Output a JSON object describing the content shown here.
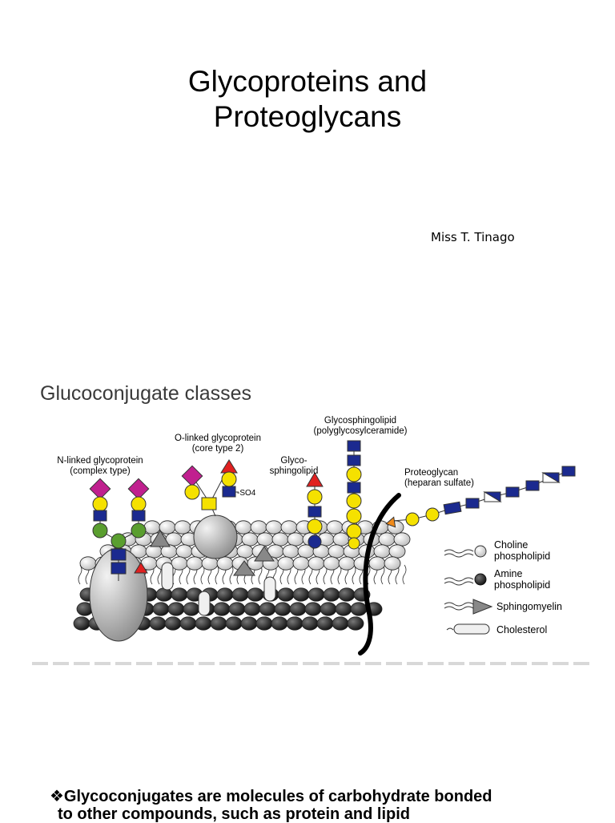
{
  "slide": {
    "title_line1": "Glycoproteins and",
    "title_line2": "Proteoglycans",
    "author": "Miss T. Tinago",
    "section_heading": "Glucoconjugate classes"
  },
  "diagram": {
    "labels": {
      "n_linked_1": "N-linked glycoprotein",
      "n_linked_2": "(complex type)",
      "o_linked_1": "O-linked glycoprotein",
      "o_linked_2": "(core type 2)",
      "glyco_1": "Glyco-",
      "glyco_2": "sphingolipid",
      "gsl_1": "Glycosphingolipid",
      "gsl_2": "(polyglycosylceramide)",
      "pg_1": "Proteoglycan",
      "pg_2": "(heparan sulfate)",
      "so4": "-SO4"
    },
    "legend": {
      "choline_1": "Choline",
      "choline_2": "phospholipid",
      "amine_1": "Amine",
      "amine_2": "phospholipid",
      "sphingomyelin": "Sphingomyelin",
      "cholesterol": "Cholesterol"
    },
    "colors": {
      "magenta": "#c0208f",
      "yellow": "#f5e100",
      "blue": "#1b2a8f",
      "green": "#5a9e2f",
      "red": "#e02020",
      "orange": "#f08a1a"
    }
  },
  "bullet": {
    "line1": "❖Glycoconjugates are molecules of carbohydrate bonded",
    "line2": "to other compounds, such as protein and lipid"
  }
}
